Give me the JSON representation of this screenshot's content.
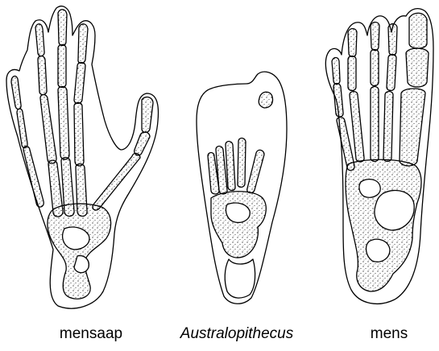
{
  "labels": {
    "ape": "mensaap",
    "australopithecus": "Australopithecus",
    "human": "mens"
  },
  "colors": {
    "ink": "#000000",
    "bone": "#ffffff",
    "background": "#ffffff"
  }
}
